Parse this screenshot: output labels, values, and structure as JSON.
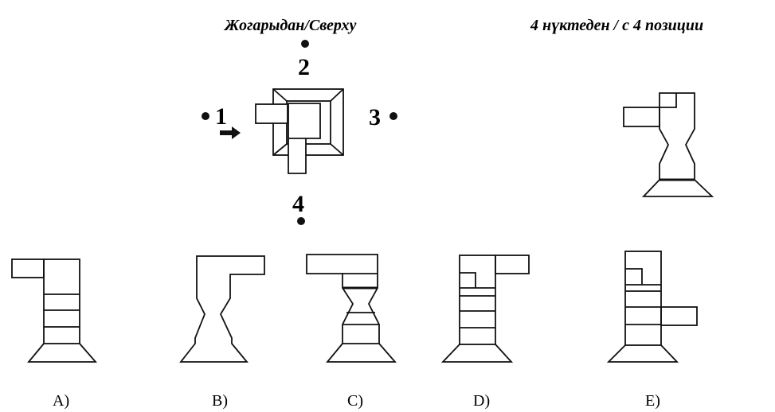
{
  "header": {
    "top_view_title": "Жогарыдан/Сверху",
    "positions_title": "4 нүктеден / с 4 позиции"
  },
  "top_view": {
    "positions": [
      {
        "label": "1"
      },
      {
        "label": "2"
      },
      {
        "label": "3"
      },
      {
        "label": "4"
      }
    ]
  },
  "options": [
    {
      "label": "A)"
    },
    {
      "label": "B)"
    },
    {
      "label": "C)"
    },
    {
      "label": "D)"
    },
    {
      "label": "E)"
    }
  ]
}
